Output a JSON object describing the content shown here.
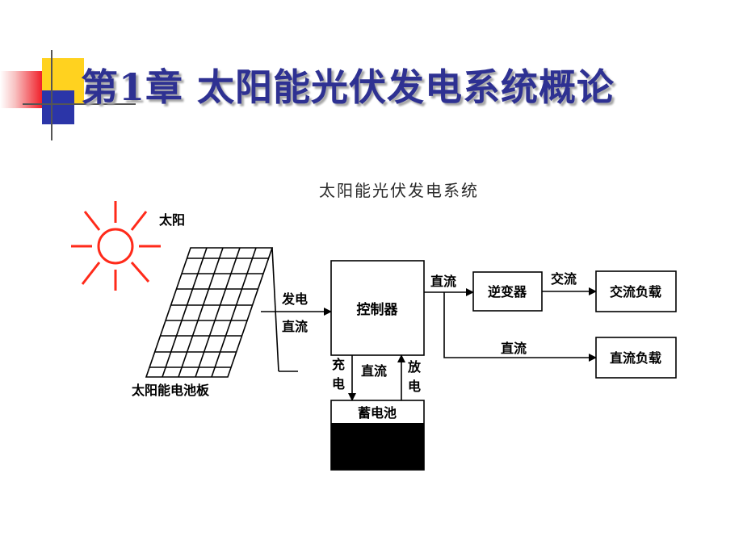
{
  "slide": {
    "title": "第1章 太阳能光伏发电系统概论",
    "accent_colors": {
      "red": "#f0202a",
      "yellow": "#ffd21f",
      "blue": "#2b35a8",
      "title": "#2e3192"
    }
  },
  "diagram": {
    "caption": "太阳能光伏发电系统",
    "sun_label": "太阳",
    "panel_label": "太阳能电池板",
    "gen_dc_label_1": "发电",
    "gen_dc_label_2": "直流",
    "controller": "控制器",
    "dc_out_label": "直流",
    "inverter": "逆变器",
    "ac_label": "交流",
    "ac_load": "交流负载",
    "dc_branch_label": "直流",
    "dc_load": "直流负载",
    "charge_1": "充",
    "charge_2": "电",
    "battery_dc_label": "直流",
    "discharge_1": "放",
    "discharge_2": "电",
    "battery": "蓄电池",
    "sun_color": "#ff2a1a"
  }
}
